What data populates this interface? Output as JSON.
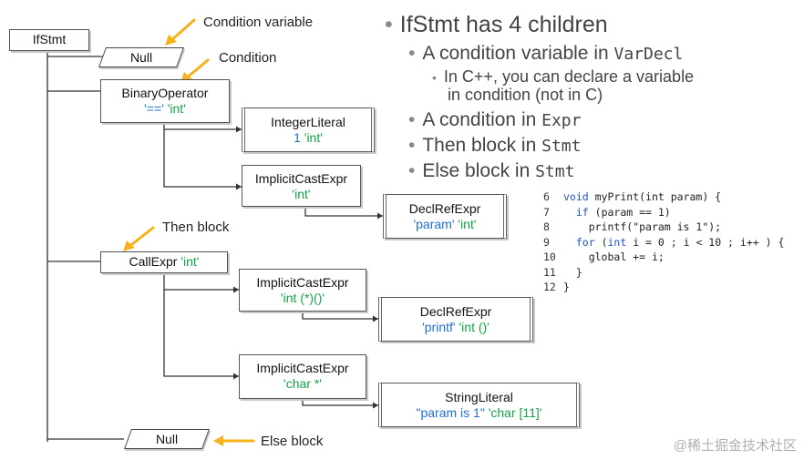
{
  "tree": {
    "ifstmt": {
      "name": "IfStmt"
    },
    "null_top": {
      "name": "Null"
    },
    "binop": {
      "name": "BinaryOperator",
      "attr1": "'=='",
      "attr2": "'int'"
    },
    "intlit": {
      "name": "IntegerLiteral",
      "attr1": "1",
      "attr2": "'int'"
    },
    "ice1": {
      "name": "ImplicitCastExpr",
      "attr1": "'int'"
    },
    "dre1": {
      "name": "DeclRefExpr",
      "attr1": "'param'",
      "attr2": "'int'"
    },
    "callexpr": {
      "name": "CallExpr",
      "attr1": "'int'"
    },
    "ice2": {
      "name": "ImplicitCastExpr",
      "attr1": "'int (*)()'"
    },
    "dre2": {
      "name": "DeclRefExpr",
      "attr1": "'printf'",
      "attr2": "'int ()'"
    },
    "ice3": {
      "name": "ImplicitCastExpr",
      "attr1": "'char *'"
    },
    "strlit": {
      "name": "StringLiteral",
      "attr1": "\"param is 1\"",
      "attr2": "'char [11]'"
    },
    "null_bottom": {
      "name": "Null"
    }
  },
  "annotations": {
    "condition_variable": "Condition variable",
    "condition": "Condition",
    "then_block": "Then block",
    "else_block": "Else block"
  },
  "bullets": {
    "b1": {
      "pre": "IfStmt",
      "post": " has 4 children"
    },
    "b2": {
      "pre": "A condition variable in ",
      "code": "VarDecl"
    },
    "b3": {
      "line1": "In C++, you can declare a variable",
      "line2": "in condition (not in C)"
    },
    "b4": {
      "pre": "A condition in ",
      "code": "Expr"
    },
    "b5": {
      "pre": "Then block in ",
      "code": "Stmt"
    },
    "b6": {
      "pre": "Else block in ",
      "code": "Stmt"
    }
  },
  "code": [
    {
      "no": "6",
      "kw": "void",
      "rest": " myPrint(int param) {"
    },
    {
      "no": "7",
      "indent": "  ",
      "kw": "if",
      "rest": " (param == 1)"
    },
    {
      "no": "8",
      "indent": "    ",
      "kw": "",
      "rest": "printf(\"param is 1\");"
    },
    {
      "no": "9",
      "indent": "  ",
      "kw": "for",
      "rest": " (",
      "kw2": "int",
      "rest2": " i = 0 ; i < 10 ; i++ ) {"
    },
    {
      "no": "10",
      "indent": "    ",
      "kw": "",
      "rest": "global += i;"
    },
    {
      "no": "11",
      "indent": "  ",
      "kw": "",
      "rest": "}"
    },
    {
      "no": "12",
      "kw": "",
      "rest": "}"
    }
  ],
  "watermark": "@稀土掘金技术社区",
  "colors": {
    "blue": "#1f6fd0",
    "green": "#15a34a",
    "arrow": "#f5b21b",
    "keyword": "#1f55c4",
    "bullet_text": "#444444"
  }
}
